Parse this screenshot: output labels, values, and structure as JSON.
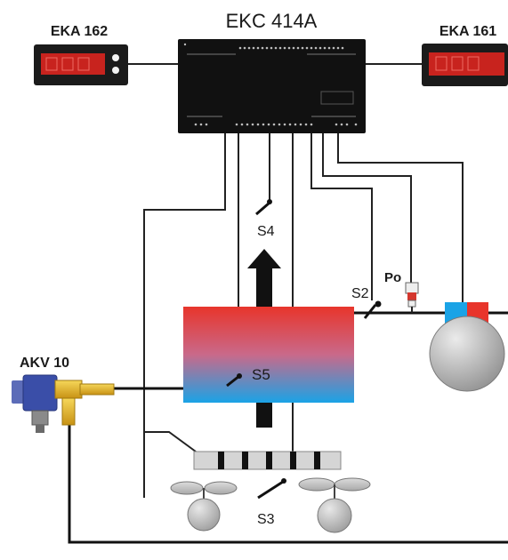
{
  "labels": {
    "controller": "EKC 414A",
    "display_left": "EKA 162",
    "display_right": "EKA 161",
    "valve": "AKV 10",
    "sensor_s2": "S2",
    "sensor_s3": "S3",
    "sensor_s4": "S4",
    "sensor_s5": "S5",
    "pressure": "Po"
  },
  "colors": {
    "controller_body": "#111111",
    "display_body": "#1b1b1b",
    "display_screen": "#c8231e",
    "evaporator_top": "#e8352b",
    "evaporator_bottom": "#1aa3e6",
    "valve_body": "#3a4ea8",
    "valve_brass": "#e3b423",
    "compressor": "#b9b9b9",
    "wire": "#222222"
  }
}
